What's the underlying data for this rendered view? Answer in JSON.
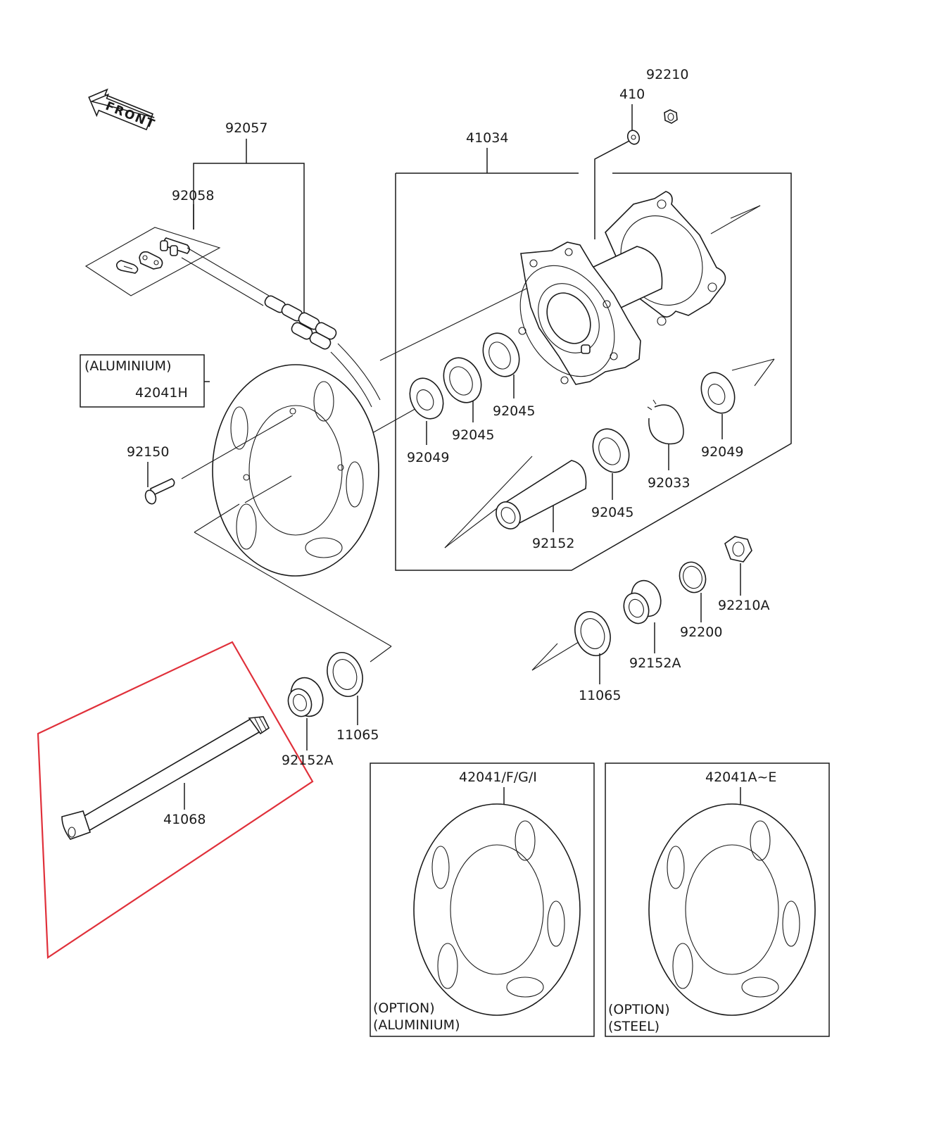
{
  "diagram": {
    "front_label": "FRONT",
    "highlight_color": "#e0303a",
    "line_color": "#1a1a1a",
    "labels": {
      "p92057": "92057",
      "p92058": "92058",
      "p41034": "41034",
      "p410": "410",
      "p92210": "92210",
      "aluminium_note": "(ALUMINIUM)",
      "p42041H": "42041H",
      "p92150": "92150",
      "p92049_left": "92049",
      "p92045_a": "92045",
      "p92045_b": "92045",
      "p92045_c": "92045",
      "p92049_right": "92049",
      "p92033": "92033",
      "p92152": "92152",
      "p92210A": "92210A",
      "p92200": "92200",
      "p92152A_right": "92152A",
      "p11065_right": "11065",
      "p11065_left": "11065",
      "p92152A_left": "92152A",
      "p41068": "41068"
    },
    "option_boxes": {
      "aluminium": {
        "part": "42041/F/G/I",
        "line1": "(OPTION)",
        "line2": "(ALUMINIUM)"
      },
      "steel": {
        "part": "42041A~E",
        "line1": "(OPTION)",
        "line2": "(STEEL)"
      }
    }
  }
}
